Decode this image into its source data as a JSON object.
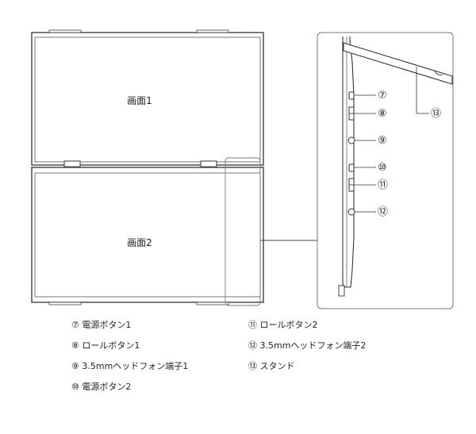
{
  "screen_labels": {
    "screen1": "画面1",
    "screen2": "画面2"
  },
  "callouts": {
    "c7": "⑦",
    "c8": "⑧",
    "c9": "⑨",
    "c10": "⑩",
    "c11": "⑪",
    "c12": "⑫",
    "c13": "⑬"
  },
  "legend": {
    "item7": "⑦ 電源ボタン1",
    "item8": "⑧ ロールボタン1",
    "item9": "⑨ 3.5mmヘッドフォン端子1",
    "item10": "⑩ 電源ボタン2",
    "item11": "⑪ ロールボタン2",
    "item12": "⑫ 3.5mmヘッドフォン端子2",
    "item13": "⑬ スタンド"
  },
  "colors": {
    "line": "#333333",
    "detail_box": "#777777"
  }
}
